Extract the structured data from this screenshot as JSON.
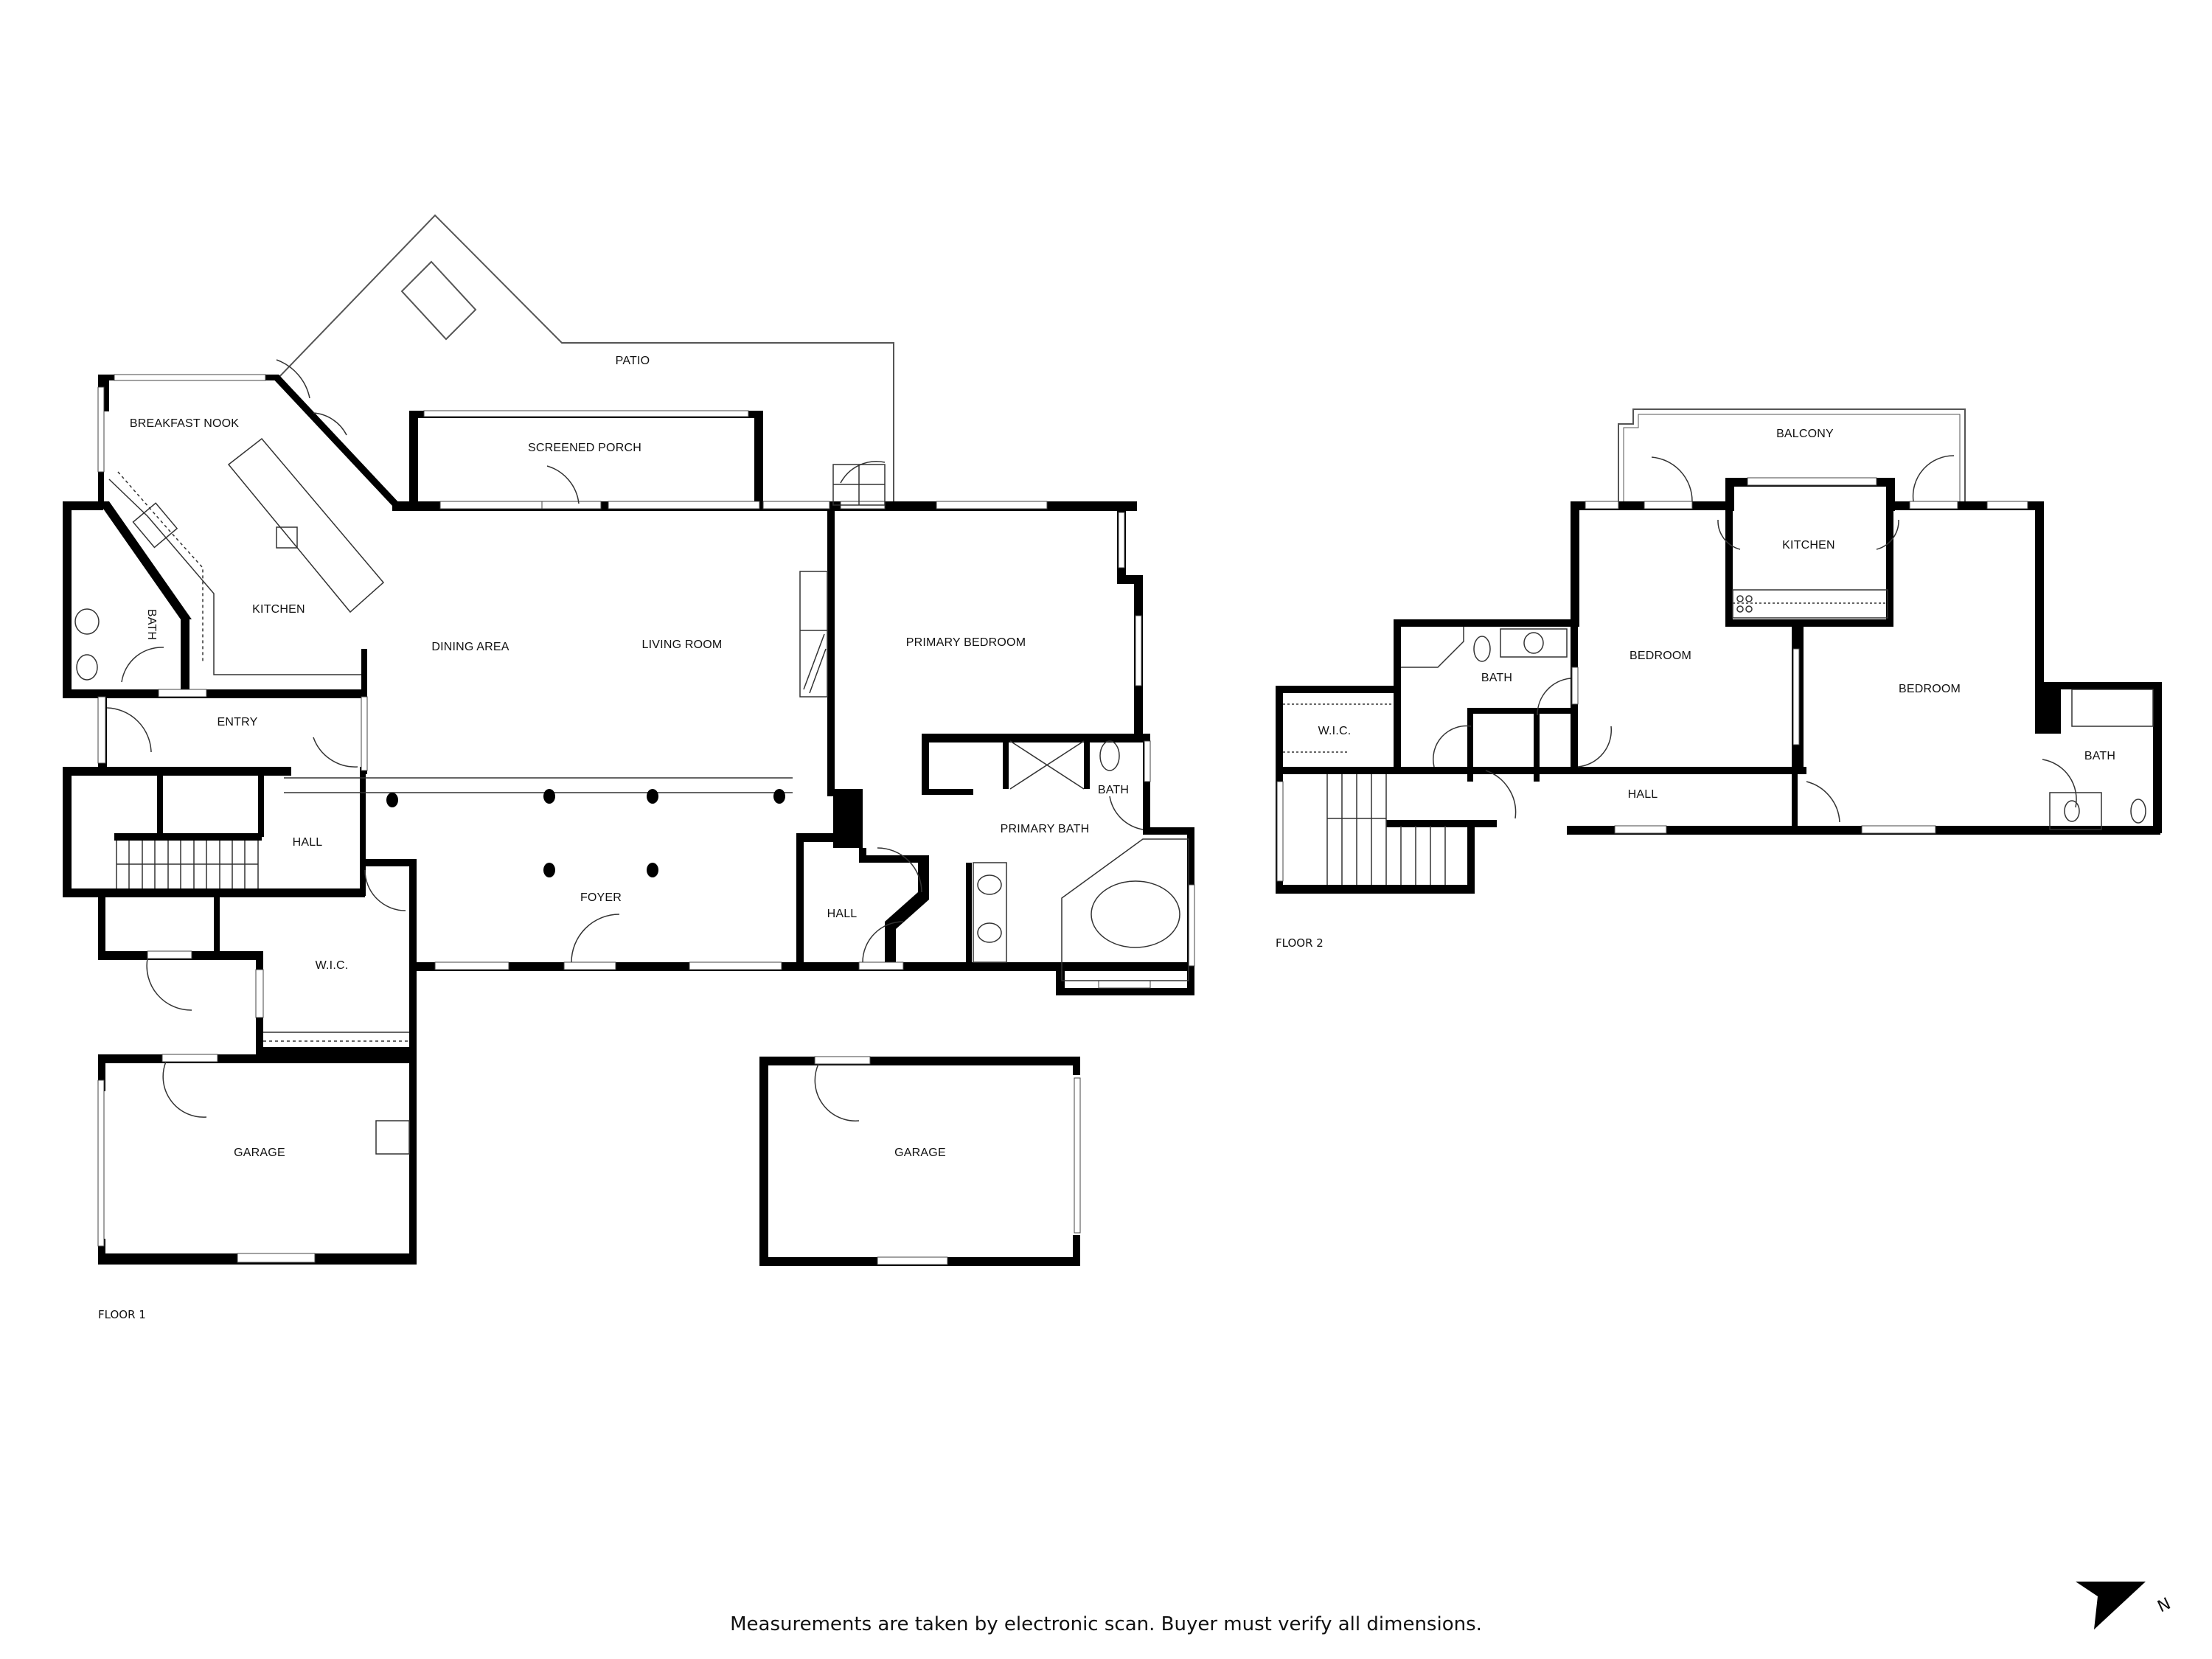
{
  "floor_plan": {
    "floors": [
      {
        "label": "FLOOR 1",
        "rooms": {
          "patio": "PATIO",
          "screened_porch": "SCREENED PORCH",
          "breakfast_nook": "BREAKFAST NOOK",
          "kitchen": "KITCHEN",
          "bath": "BATH",
          "dining_area": "DINING AREA",
          "living_room": "LIVING ROOM",
          "primary_bedroom": "PRIMARY BEDROOM",
          "entry": "ENTRY",
          "hall_west": "HALL",
          "foyer": "FOYER",
          "hall_east": "HALL",
          "primary_bath": "PRIMARY BATH",
          "primary_wc": "BATH",
          "wic": "W.I.C.",
          "garage_west": "GARAGE",
          "garage_east": "GARAGE"
        }
      },
      {
        "label": "FLOOR 2",
        "rooms": {
          "balcony": "BALCONY",
          "kitchen": "KITCHEN",
          "bath_west": "BATH",
          "bedroom_west": "BEDROOM",
          "bedroom_east": "BEDROOM",
          "wic": "W.I.C.",
          "hall": "HALL",
          "bath_east": "BATH"
        }
      }
    ],
    "disclaimer": "Measurements are taken by electronic scan. Buyer must verify all dimensions.",
    "north_arrow": {
      "icon": "north-arrow-icon",
      "letter": "N"
    },
    "colors": {
      "wall": "#000000",
      "background": "#ffffff",
      "line": "#333333"
    }
  }
}
